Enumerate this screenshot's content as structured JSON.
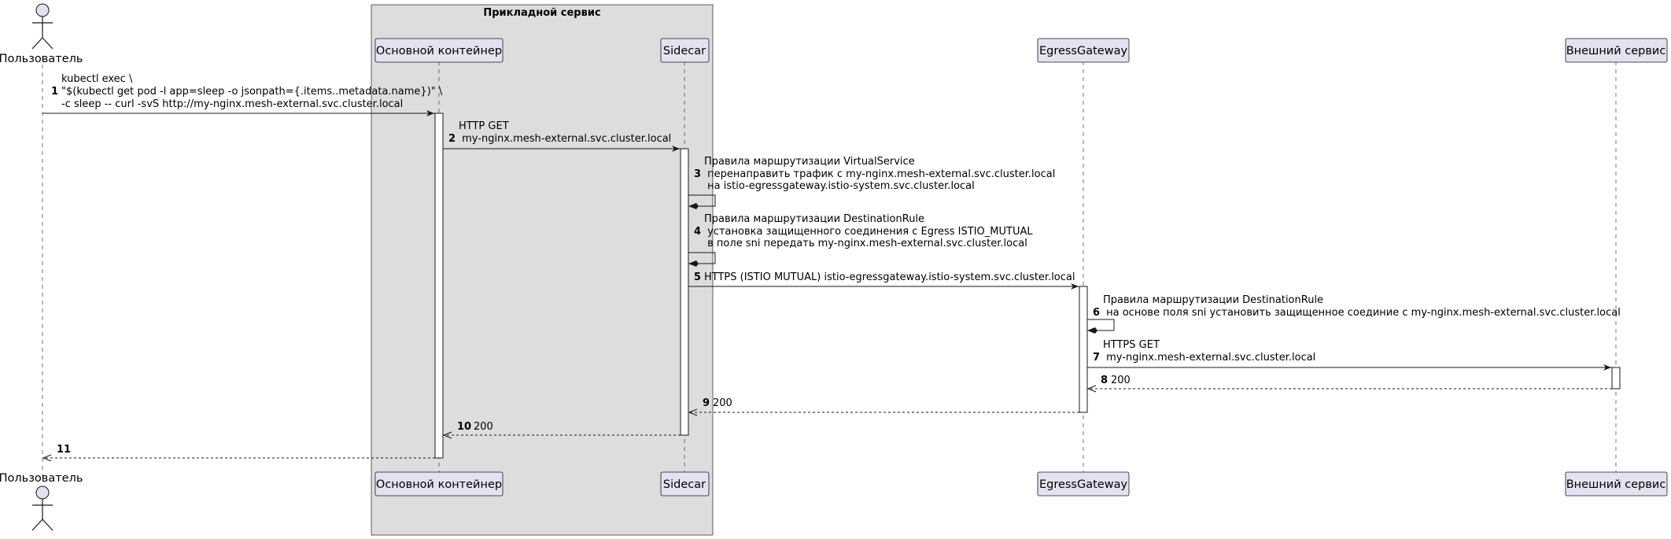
{
  "group": {
    "title": "Прикладной сервис"
  },
  "participants": {
    "user": {
      "label": "Пользователь"
    },
    "main": {
      "label": "Основной контейнер"
    },
    "sidecar": {
      "label": "Sidecar"
    },
    "egress": {
      "label": "EgressGateway"
    },
    "external": {
      "label": "Внешний сервис"
    }
  },
  "messages": [
    {
      "num": "1",
      "lines": [
        "kubectl exec \\",
        "\"$(kubectl get pod -l app=sleep -o jsonpath={.items..metadata.name})\" \\",
        "-c sleep -- curl -svS http://my-nginx.mesh-external.svc.cluster.local"
      ],
      "from": "user",
      "to": "main",
      "style": "solid"
    },
    {
      "num": "2",
      "lines": [
        "HTTP GET",
        " my-nginx.mesh-external.svc.cluster.local"
      ],
      "from": "main",
      "to": "sidecar",
      "style": "solid"
    },
    {
      "num": "3",
      "lines": [
        "Правила маршрутизации VirtualService",
        " перенаправить трафик с my-nginx.mesh-external.svc.cluster.local",
        " на istio-egressgateway.istio-system.svc.cluster.local"
      ],
      "from": "sidecar",
      "to": "sidecar",
      "style": "self"
    },
    {
      "num": "4",
      "lines": [
        "Правила маршрутизации DestinationRule",
        " установка защищенного соединения с Egress ISTIO_MUTUAL",
        " в поле sni передать my-nginx.mesh-external.svc.cluster.local"
      ],
      "from": "sidecar",
      "to": "sidecar",
      "style": "self"
    },
    {
      "num": "5",
      "lines": [
        "HTTPS (ISTIO MUTUAL) istio-egressgateway.istio-system.svc.cluster.local"
      ],
      "from": "sidecar",
      "to": "egress",
      "style": "solid"
    },
    {
      "num": "6",
      "lines": [
        "Правила маршрутизации DestinationRule",
        " на основе поля sni установить защищенное соединие с my-nginx.mesh-external.svc.cluster.local"
      ],
      "from": "egress",
      "to": "egress",
      "style": "self"
    },
    {
      "num": "7",
      "lines": [
        "HTTPS GET",
        " my-nginx.mesh-external.svc.cluster.local"
      ],
      "from": "egress",
      "to": "external",
      "style": "solid"
    },
    {
      "num": "8",
      "lines": [
        "200"
      ],
      "from": "external",
      "to": "egress",
      "style": "dashed"
    },
    {
      "num": "9",
      "lines": [
        "200"
      ],
      "from": "egress",
      "to": "sidecar",
      "style": "dashed"
    },
    {
      "num": "10",
      "lines": [
        "200"
      ],
      "from": "sidecar",
      "to": "main",
      "style": "dashed"
    },
    {
      "num": "11",
      "lines": [],
      "from": "main",
      "to": "user",
      "style": "dashed"
    }
  ]
}
